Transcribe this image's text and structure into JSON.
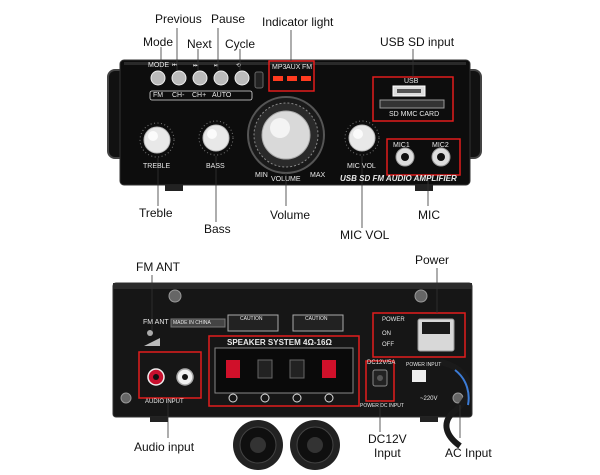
{
  "front": {
    "callouts": {
      "previous": "Previous",
      "pause": "Pause",
      "indicator_light": "Indicator light",
      "usb_sd_input": "USB SD input",
      "mode": "Mode",
      "next": "Next",
      "cycle": "Cycle",
      "treble": "Treble",
      "bass": "Bass",
      "volume": "Volume",
      "mic_vol": "MIC VOL",
      "mic": "MIC"
    },
    "panel": {
      "mode": "MODE",
      "fm": "FM",
      "ch_minus": "CH-",
      "ch_plus": "CH+",
      "auto": "AUTO",
      "mp3": "MP3",
      "aux": "AUX",
      "fm_led": "FM",
      "usb": "USB",
      "sd_mmc_card": "SD MMC CARD",
      "mic1": "MIC1",
      "mic2": "MIC2",
      "treble": "TREBLE",
      "bass": "BASS",
      "min": "MIN",
      "volume": "VOLUME",
      "max": "MAX",
      "mic_vol": "MIC VOL",
      "brand": "USB SD FM AUDIO AMPLIFIER"
    }
  },
  "back": {
    "callouts": {
      "fm_ant": "FM ANT",
      "power": "Power",
      "audio_input": "Audio input",
      "dc12v_input_line1": "DC12V",
      "dc12v_input_line2": "Input",
      "ac_input": "AC Input"
    },
    "panel": {
      "fm_ant": "FM ANT",
      "made_in_china": "MADE IN CHINA",
      "caution": "CAUTION",
      "speaker_system": "SPEAKER SYSTEM 4Ω-16Ω",
      "power": "POWER",
      "on": "ON",
      "off": "OFF",
      "dc12v_5a": "DC12V/5A",
      "power_dc_input": "POWER DC INPUT",
      "power_input": "POWER INPUT",
      "ac_220v": "~220V",
      "audio_input": "AUDIO INPUT"
    }
  }
}
